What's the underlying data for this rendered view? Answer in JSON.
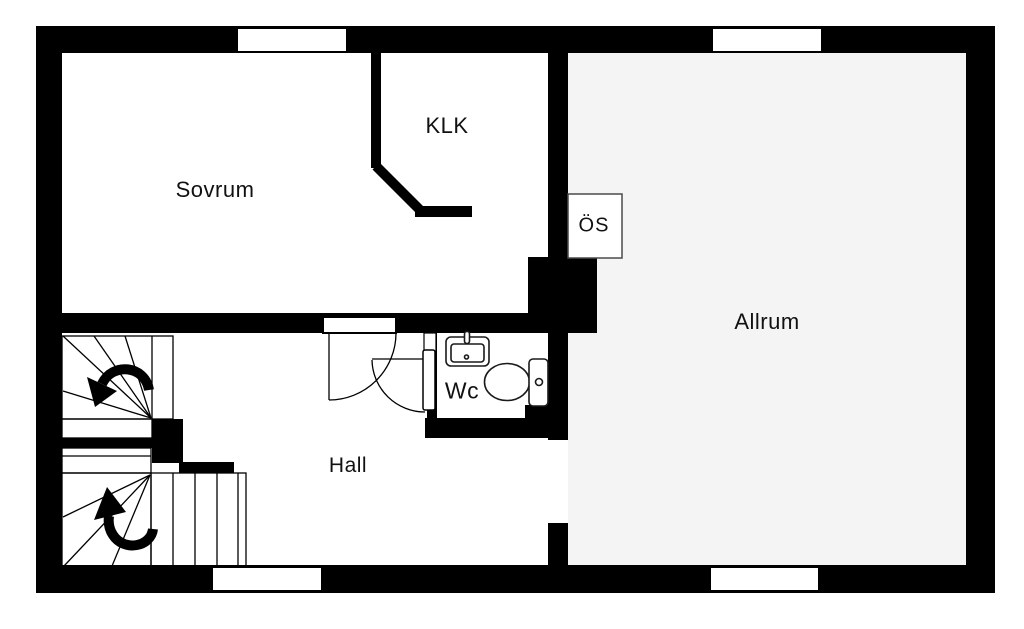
{
  "floorplan": {
    "rooms": {
      "sovrum": "Sovrum",
      "klk": "KLK",
      "os": "ÖS",
      "allrum": "Allrum",
      "wc": "Wc",
      "hall": "Hall"
    },
    "colors": {
      "wall": "#000000",
      "background": "#ffffff",
      "allrum_fill": "#f4f4f4",
      "outline": "#000000",
      "label_text": "#111111"
    },
    "icons": {
      "toilet": "toilet-icon",
      "sink": "sink-icon",
      "stairs_up_arrow": "curved-arrow-up-icon",
      "stairs_down_arrow": "curved-arrow-down-icon"
    }
  }
}
